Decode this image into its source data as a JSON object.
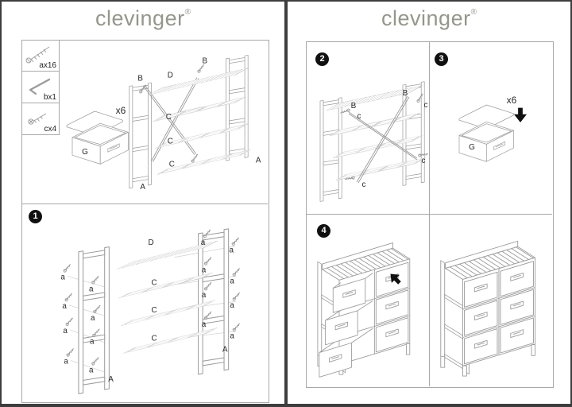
{
  "brand": {
    "name": "clevinger",
    "registered": "®"
  },
  "left_page": {
    "parts_panel": {
      "items": [
        {
          "icon": "long-screw-icon",
          "label": "ax16"
        },
        {
          "icon": "allen-key-icon",
          "label": "bx1"
        },
        {
          "icon": "short-screw-icon",
          "label": "cx4"
        }
      ]
    },
    "overview_diagram": {
      "box_letter": "G",
      "box_quantity": "x6",
      "part_labels": {
        "A": "A",
        "B": "B",
        "C": "C",
        "D": "D"
      }
    },
    "step1": {
      "number": "1",
      "part_labels": {
        "A": "A",
        "C": "C",
        "D": "D",
        "a": "a"
      }
    }
  },
  "right_page": {
    "step2": {
      "number": "2",
      "part_labels": {
        "B": "B",
        "c": "c"
      }
    },
    "step3": {
      "number": "3",
      "box_letter": "G",
      "box_quantity": "x6"
    },
    "step4": {
      "number": "4"
    }
  },
  "colors": {
    "logo_gray": "#95968c",
    "line_art_gray": "#9b9b9b",
    "label_text": "#2a2a2a",
    "badge_black": "#101010",
    "page_border": "#3d3d3d",
    "panel_border": "#a8a8a8"
  }
}
